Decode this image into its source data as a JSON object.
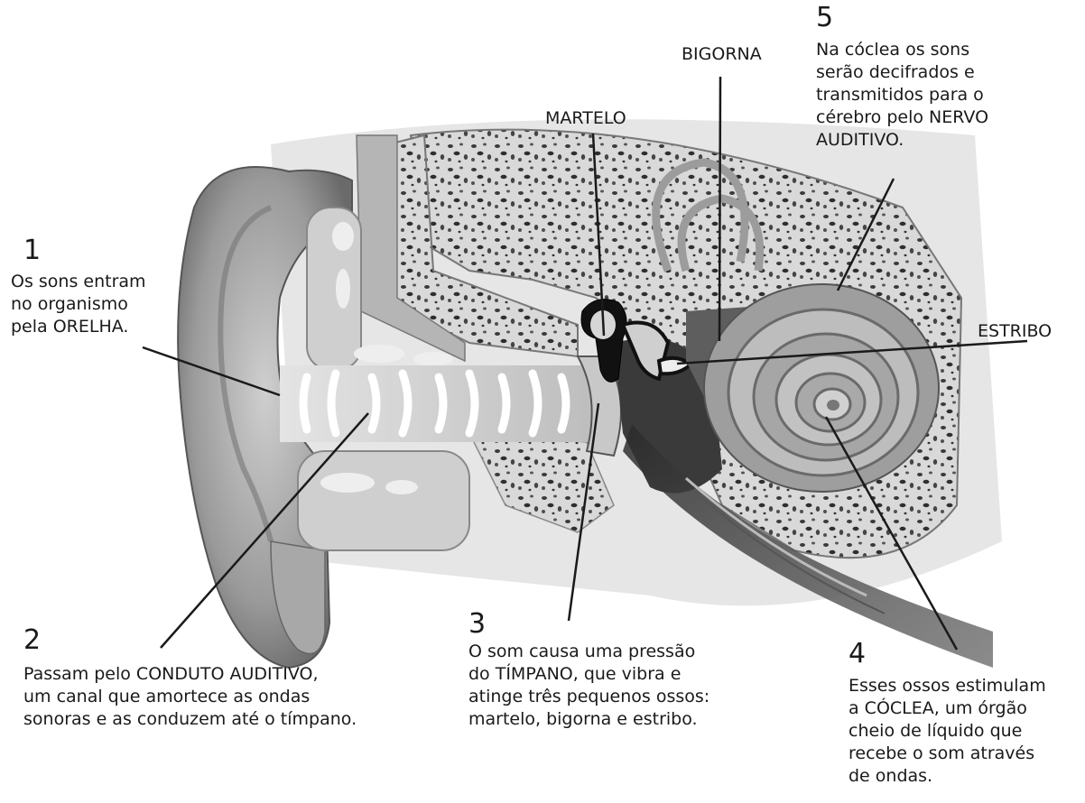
{
  "steps": [
    {
      "number": "1",
      "text": "Os sons entram\nno organismo\npela ORELHA."
    },
    {
      "number": "2",
      "text": "Passam pelo CONDUTO AUDITIVO,\num canal que amortece as ondas\nsonoras e as conduzem até o tímpano."
    },
    {
      "number": "3",
      "text": "O som causa uma pressão\ndo TÍMPANO, que vibra e\natinge três pequenos ossos:\nmartelo, bigorna e estribo."
    },
    {
      "number": "4",
      "text": "Esses ossos estimulam\na CÓCLEA, um órgão\ncheio de líquido que\nrecebe o som através\nde ondas."
    },
    {
      "number": "5",
      "text": "Na cóclea os sons\nserão decifrados e\ntransmitidos para o\ncérebro pelo NERVO\nAUDITIVO."
    }
  ],
  "labels": {
    "martelo": "MARTELO",
    "bigorna": "BIGORNA",
    "estribo": "ESTRIBO"
  }
}
